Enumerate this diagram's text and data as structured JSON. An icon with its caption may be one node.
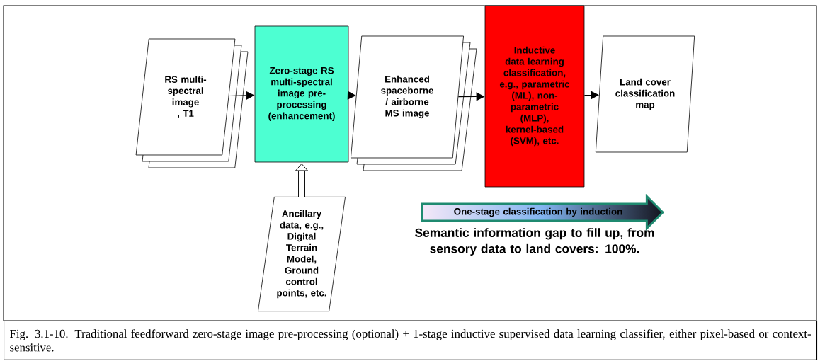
{
  "diagram": {
    "caption": "Fig. 3.1-10. Traditional feedforward zero-stage image pre-processing (optional) + 1-stage inductive supervised data learning classifier, either pixel-based or context-sensitive.",
    "nodes": [
      {
        "text": [
          "RS multi-spectral image , T1"
        ]
      },
      {
        "text": [
          "Zero-stage RS multi-spectral image pre-processing (enhancement)"
        ]
      },
      {
        "text": [
          "Enhanced spaceborne / airborne MS image"
        ]
      },
      {
        "text": [
          "Inductive data learning classification, e.g., parametric (ML), non-parametric (MLP), kernel-based (SVM), etc."
        ]
      },
      {
        "text": [
          "Land cover classification map"
        ]
      },
      {
        "text": [
          "Ancillary data, e.g., Digital Terrain Model, Ground control points, etc."
        ]
      },
      {
        "text": [
          "One-stage classification by induction"
        ],
        "beside": [
          "Semantic information gap to fill up, from sensory data to land covers: 100%."
        ]
      }
    ],
    "edges": [
      {
        "from": 0,
        "to": 1,
        "arrow": "to"
      },
      {
        "from": 1,
        "to": 2,
        "arrow": "to"
      },
      {
        "from": 2,
        "to": 3,
        "arrow": "to"
      },
      {
        "from": 3,
        "to": 4,
        "arrow": "to"
      },
      {
        "from": 5,
        "to": 1,
        "arrow": "to",
        "style": "thick"
      }
    ]
  }
}
